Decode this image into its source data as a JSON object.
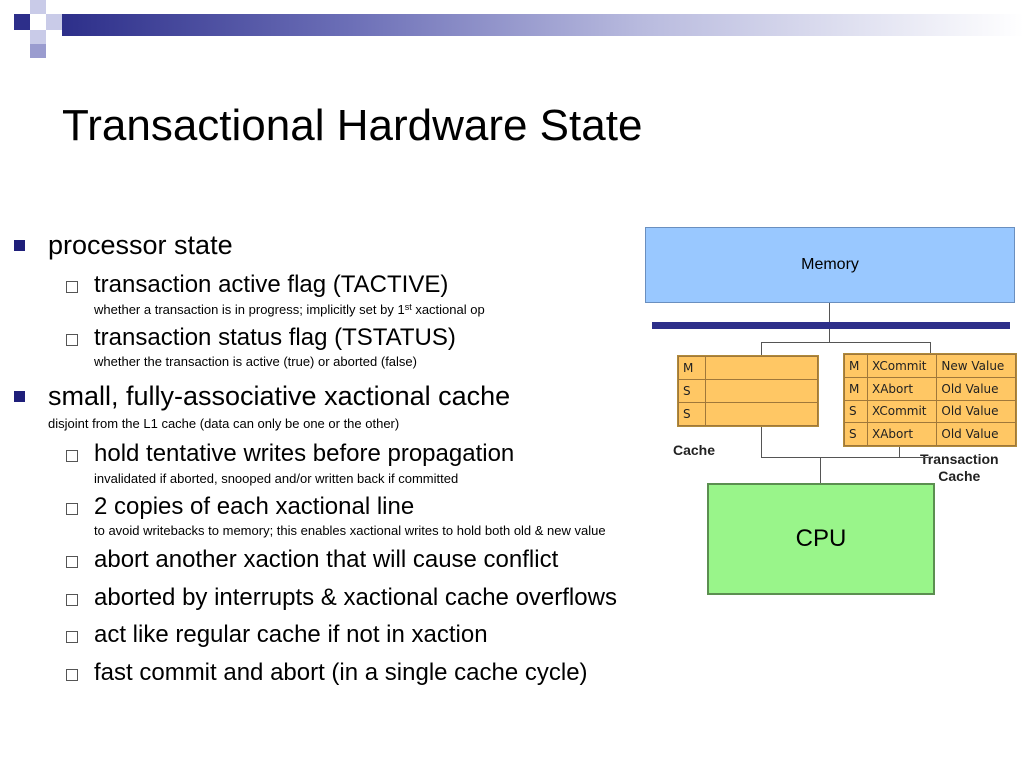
{
  "title": "Transactional Hardware State",
  "bullets": [
    {
      "text": "processor state",
      "note": "",
      "sub": [
        {
          "text": "transaction active flag (TACTIVE)",
          "note_pre": "whether a transaction is in progress; implicitly set by 1",
          "note_sup": "st",
          "note_post": " xactional op"
        },
        {
          "text": "transaction status flag (TSTATUS)",
          "note": "whether the transaction is active (true) or aborted (false)"
        }
      ]
    },
    {
      "text": "small, fully-associative xactional cache",
      "note": "disjoint from the L1 cache (data can only be one or the other)",
      "sub": [
        {
          "text": "hold tentative writes before propagation",
          "note": "invalidated if aborted, snooped and/or written back if committed"
        },
        {
          "text": "2 copies of each xactional line",
          "note": "to avoid writebacks to memory; this enables xactional writes to hold both old & new value"
        },
        {
          "text": "abort another xaction that will cause conflict"
        },
        {
          "text": "aborted by interrupts & xactional cache overflows"
        },
        {
          "text": "act like regular cache if not in xaction"
        },
        {
          "text": "fast commit and abort (in a single cache cycle)"
        }
      ]
    }
  ],
  "diagram": {
    "memory_label": "Memory",
    "cache_label": "Cache",
    "xcache_label_line1": "Transaction",
    "xcache_label_line2": "Cache",
    "cpu_label": "CPU",
    "cache_rows": [
      "M",
      "S",
      "S"
    ],
    "xcache_rows": [
      {
        "state": "M",
        "tag": "XCommit",
        "value": "New Value"
      },
      {
        "state": "M",
        "tag": "XAbort",
        "value": "Old Value"
      },
      {
        "state": "S",
        "tag": "XCommit",
        "value": "Old Value"
      },
      {
        "state": "S",
        "tag": "XAbort",
        "value": "Old Value"
      }
    ]
  },
  "colors": {
    "bullet": "#1f1f7a",
    "memory": "#99c8ff",
    "cache": "#ffc764",
    "cpu": "#99f58a",
    "bus": "#2d2f8a"
  }
}
